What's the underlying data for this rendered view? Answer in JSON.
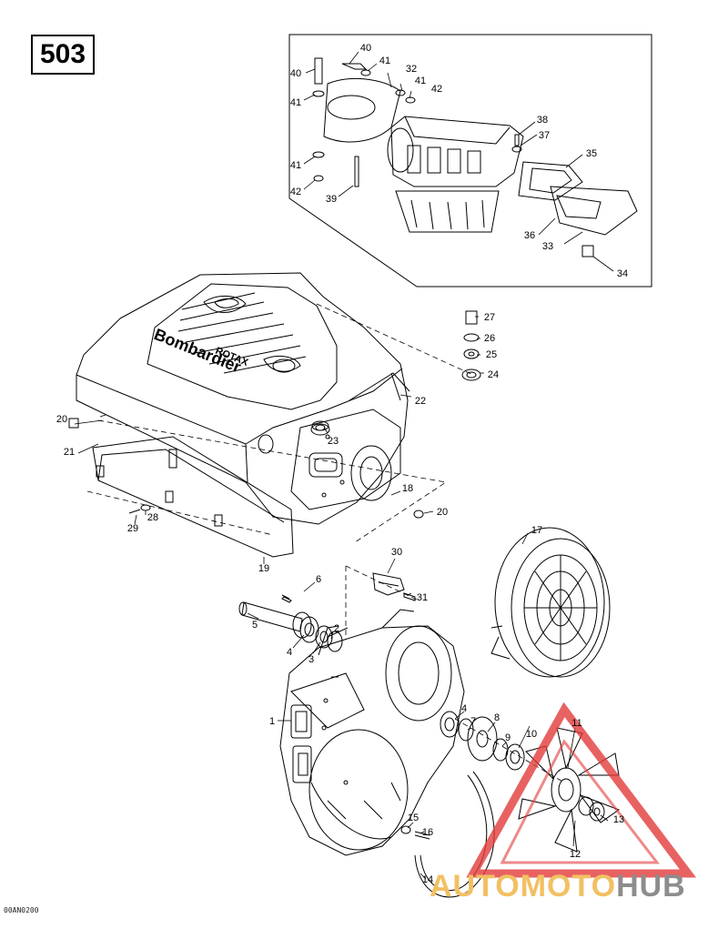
{
  "page_number": "503",
  "document_code": "00AN0200",
  "cover_lettering": {
    "brand": "Bombardier",
    "model": "ROTAX"
  },
  "watermark": {
    "part_a": "AUTOMOTO",
    "part_b": "HUB",
    "color_a": "#f2c063",
    "color_b": "#8d8d8d",
    "triangle_color": "#e23b3b"
  },
  "callouts": {
    "c1": "1",
    "c2": "2",
    "c3": "3",
    "c4a": "4",
    "c4b": "4",
    "c5": "5",
    "c6": "6",
    "c7": "7",
    "c8": "8",
    "c9": "9",
    "c10": "10",
    "c11": "11",
    "c12": "12",
    "c13": "13",
    "c14": "14",
    "c15": "15",
    "c16": "16",
    "c17": "17",
    "c18": "18",
    "c19": "19",
    "c20a": "20",
    "c20b": "20",
    "c21": "21",
    "c22": "22",
    "c23": "23",
    "c24": "24",
    "c25": "25",
    "c26": "26",
    "c27": "27",
    "c28": "28",
    "c29": "29",
    "c30": "30",
    "c31": "31",
    "c32": "32",
    "c33": "33",
    "c34": "34",
    "c35": "35",
    "c36": "36",
    "c37": "37",
    "c38": "38",
    "c39": "39",
    "c40a": "40",
    "c40b": "40",
    "c41a": "41",
    "c41b": "41",
    "c41c": "41",
    "c41d": "41",
    "c42a": "42",
    "c42b": "42"
  }
}
